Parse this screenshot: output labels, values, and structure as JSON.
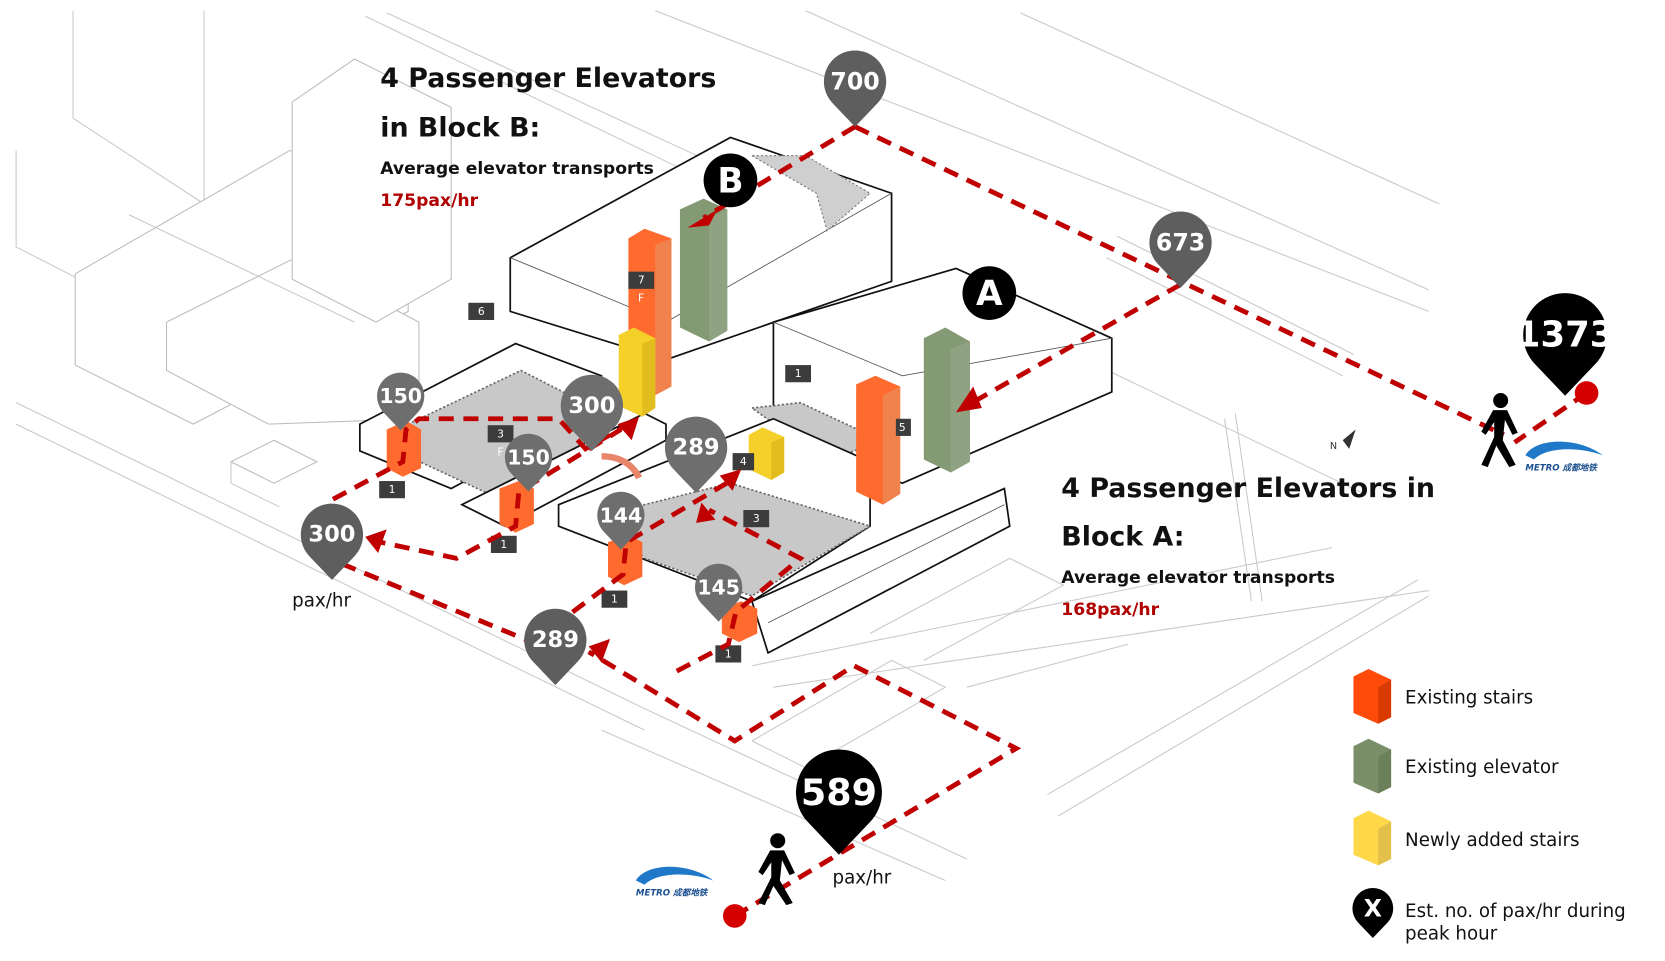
{
  "block_b": {
    "title_line1": "4 Passenger Elevators",
    "title_line2": "in Block B:",
    "subtitle": "Average elevator transports",
    "rate": "175pax/hr",
    "marker": "B"
  },
  "block_a": {
    "title_line1": "4 Passenger Elevators in",
    "title_line2": "Block A:",
    "subtitle": "Average elevator transports",
    "rate": "168pax/hr",
    "marker": "A"
  },
  "pins": {
    "p700": "700",
    "p673": "673",
    "p1373": "1373",
    "p589": "589",
    "p150a": "150",
    "p150b": "150",
    "p300_upper": "300",
    "p289_upper": "289",
    "p144": "144",
    "p145": "145",
    "p300_left": "300",
    "p289_lower": "289"
  },
  "unit_labels": {
    "left": "pax/hr",
    "bottom": "pax/hr"
  },
  "floor_tags": {
    "t6": "6",
    "t7": "7",
    "t3a": "3",
    "t3b": "3",
    "t4": "4",
    "t5": "5",
    "t1a": "1",
    "t1b": "1",
    "t1c": "1",
    "t1d": "1",
    "t1e": "1",
    "floor_suffix": "F"
  },
  "logos": {
    "metro_text": "METRO 成都地铁"
  },
  "legend": {
    "items": [
      {
        "label": "Existing stairs",
        "color": "#ff4a0a"
      },
      {
        "label": "Existing elevator",
        "color": "#7a8f68"
      },
      {
        "label": "Newly added stairs",
        "color": "#ffd84a"
      },
      {
        "label": "Est. no. of pax/hr during",
        "label_line2": "peak hour",
        "symbol": "X",
        "color": "#000000"
      }
    ]
  },
  "colors": {
    "route": "#c00000",
    "pin_grey": "#5e5e5e",
    "pin_black": "#000000",
    "stairs": "#ff5a1f",
    "elevator": "#7f9670",
    "new_stairs": "#f5cf2a"
  }
}
